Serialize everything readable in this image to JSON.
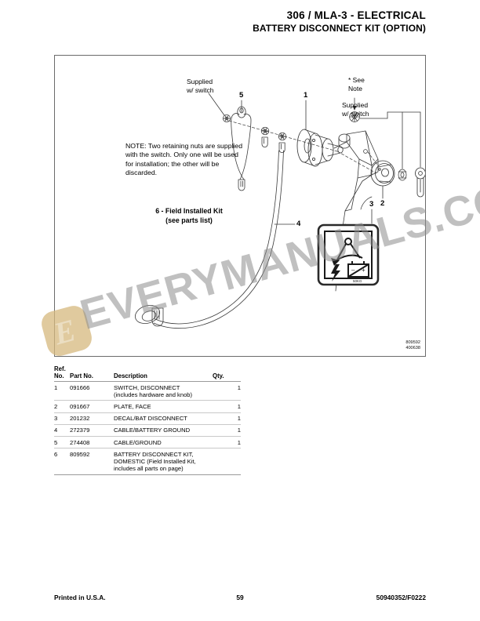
{
  "header": {
    "line1": "306 / MLA-3 - ELECTRICAL",
    "line2": "BATTERY DISCONNECT KIT (OPTION)"
  },
  "illustration": {
    "note_text": "NOTE: Two retaining nuts are supplied with the switch. Only one will be used for installation; the other will be discarded.",
    "kit_caption_line1": "6 - Field Installed Kit",
    "kit_caption_line2": "(see parts list)",
    "callout_supplied_left": "Supplied\nw/ switch",
    "callout_supplied_right": "Supplied\nw/ switch",
    "callout_see_note": "* See\nNote",
    "number_1": "1",
    "number_2": "2",
    "number_3": "3",
    "number_4": "4",
    "number_5": "5",
    "drawing_number_1": "809592",
    "drawing_number_2": "400638"
  },
  "watermark": {
    "text": "EVERYMANUALS.COM",
    "badge_letter": "E",
    "color": "#8c8c8c",
    "badge_color": "#d6b87e"
  },
  "parts_table": {
    "headers": {
      "ref_no_line1": "Ref.",
      "ref_no_line2": "No.",
      "part_no": "Part No.",
      "description": "Description",
      "qty": "Qty."
    },
    "rows": [
      {
        "ref": "1",
        "part_no": "091666",
        "description_line1": "SWITCH, DISCONNECT",
        "description_line2": "(includes hardware and knob)",
        "description_line3": "",
        "qty": "1"
      },
      {
        "ref": "2",
        "part_no": "091667",
        "description_line1": "PLATE, FACE",
        "description_line2": "",
        "description_line3": "",
        "qty": "1"
      },
      {
        "ref": "3",
        "part_no": "201232",
        "description_line1": "DECAL/BAT DISCONNECT",
        "description_line2": "",
        "description_line3": "",
        "qty": "1"
      },
      {
        "ref": "4",
        "part_no": "272379",
        "description_line1": "CABLE/BATTERY GROUND",
        "description_line2": "",
        "description_line3": "",
        "qty": "1"
      },
      {
        "ref": "5",
        "part_no": "274408",
        "description_line1": "CABLE/GROUND",
        "description_line2": "",
        "description_line3": "",
        "qty": "1"
      },
      {
        "ref": "6",
        "part_no": "809592",
        "description_line1": "BATTERY DISCONNECT KIT,",
        "description_line2": "DOMESTIC (Field Installed Kit,",
        "description_line3": "includes all parts on page)",
        "qty": ""
      }
    ]
  },
  "footer": {
    "left": "Printed in U.S.A.",
    "page_number": "59",
    "right": "50940352/F0222"
  }
}
